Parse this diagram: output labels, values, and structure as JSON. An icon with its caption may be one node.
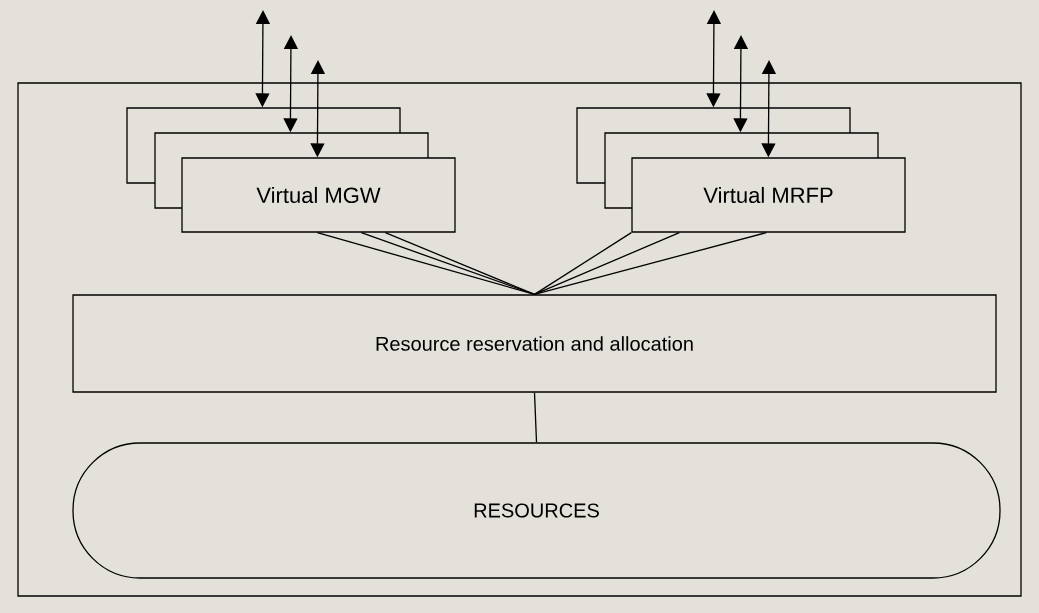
{
  "diagram": {
    "nodes": [
      {
        "text": [],
        "shape": "box"
      },
      {
        "text": [],
        "shape": "box",
        "in": 0
      },
      {
        "text": [],
        "shape": "box",
        "in": 0
      },
      {
        "text": [
          "Virtual MGW"
        ],
        "in": 0
      },
      {
        "text": [],
        "shape": "box",
        "in": 0
      },
      {
        "text": [],
        "shape": "box",
        "in": 0
      },
      {
        "text": [
          "Virtual MRFP"
        ],
        "in": 0
      },
      {
        "text": [
          "Resource reservation and allocation"
        ],
        "in": 0
      },
      {
        "text": [
          "RESOURCES"
        ],
        "in": 0
      }
    ],
    "edges": [
      {
        "from": null,
        "to": 1,
        "arrow": "both"
      },
      {
        "from": null,
        "to": 2,
        "arrow": "both"
      },
      {
        "from": null,
        "to": 3,
        "arrow": "both"
      },
      {
        "from": null,
        "to": 4,
        "arrow": "both"
      },
      {
        "from": null,
        "to": 5,
        "arrow": "both"
      },
      {
        "from": null,
        "to": 6,
        "arrow": "both"
      },
      {
        "from": 3,
        "to": 7,
        "arrow": "none"
      },
      {
        "from": 3,
        "to": 7,
        "arrow": "none"
      },
      {
        "from": 3,
        "to": 7,
        "arrow": "none"
      },
      {
        "from": 6,
        "to": 7,
        "arrow": "none"
      },
      {
        "from": 6,
        "to": 7,
        "arrow": "none"
      },
      {
        "from": 6,
        "to": 7,
        "arrow": "none"
      },
      {
        "from": 7,
        "to": 8,
        "arrow": "none"
      }
    ]
  }
}
